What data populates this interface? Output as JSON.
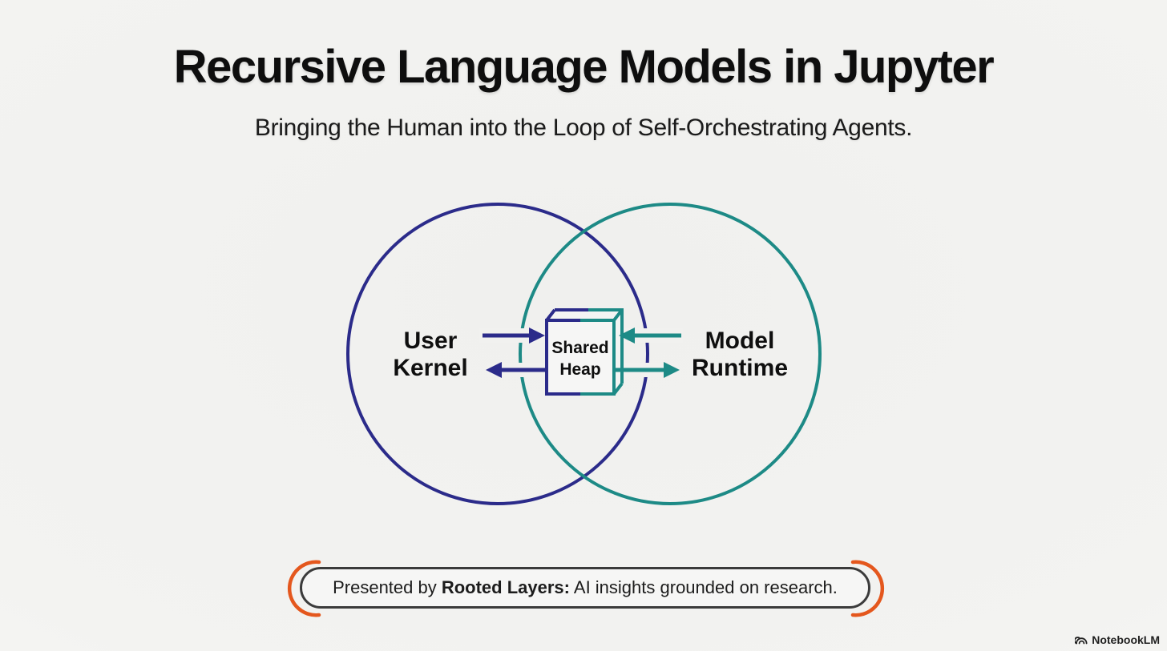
{
  "header": {
    "title": "Recursive Language Models in Jupyter",
    "subtitle": "Bringing the Human into the Loop of Self-Orchestrating Agents."
  },
  "diagram": {
    "left_circle": {
      "label": "User Kernel",
      "label_line1": "User",
      "label_line2": "Kernel",
      "color": "#2b2b8a"
    },
    "right_circle": {
      "label": "Model Runtime",
      "label_line1": "Model",
      "label_line2": "Runtime",
      "color": "#1d8a86"
    },
    "center_box": {
      "label": "Shared Heap",
      "label_line1": "Shared",
      "label_line2": "Heap"
    }
  },
  "footer": {
    "prefix": "Presented by ",
    "brand": "Rooted Layers:",
    "suffix": " AI insights grounded on research.",
    "accent_color": "#e4571d",
    "border_color": "#3b3b3b"
  },
  "watermark": {
    "label": "NotebookLM"
  }
}
